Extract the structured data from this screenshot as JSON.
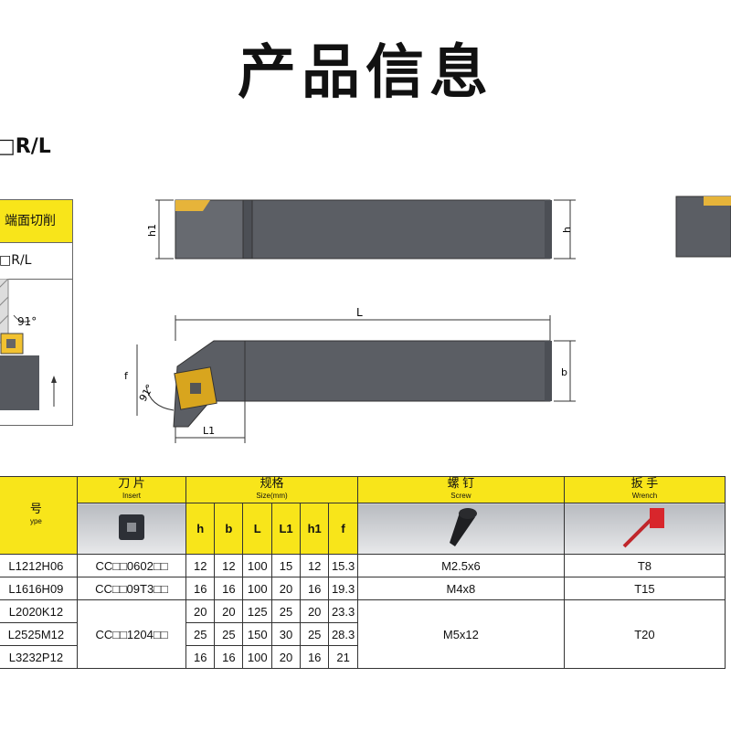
{
  "title": "产品信息",
  "model_label": "□R/L",
  "info_box": {
    "header": "端面切削",
    "code": "□R/L",
    "angle": "91°"
  },
  "diagram": {
    "labels": {
      "h1": "h1",
      "h": "h",
      "L": "L",
      "f": "f",
      "b": "b",
      "L1": "L1",
      "angle": "91°"
    }
  },
  "table": {
    "headers": {
      "type_cn": "号",
      "type_en": "ype",
      "insert_cn": "刀 片",
      "insert_en": "Insert",
      "size_cn": "规格",
      "size_en": "Size(mm)",
      "screw_cn": "螺 钉",
      "screw_en": "Screw",
      "wrench_cn": "扳 手",
      "wrench_en": "Wrench"
    },
    "sub_headers": [
      "h",
      "b",
      "L",
      "L1",
      "h1",
      "f"
    ],
    "rows": [
      {
        "type": "L1212H06",
        "insert": "CC□□0602□□",
        "h": "12",
        "b": "12",
        "L": "100",
        "L1": "15",
        "h1": "12",
        "f": "15.3",
        "screw": "M2.5x6",
        "wrench": "T8"
      },
      {
        "type": "L1616H09",
        "insert": "CC□□09T3□□",
        "h": "16",
        "b": "16",
        "L": "100",
        "L1": "20",
        "h1": "16",
        "f": "19.3",
        "screw": "M4x8",
        "wrench": "T15"
      },
      {
        "type": "L2020K12",
        "insert": "CC□□1204□□",
        "h": "20",
        "b": "20",
        "L": "125",
        "L1": "25",
        "h1": "20",
        "f": "23.3",
        "screw": "M5x12",
        "wrench": "T20"
      },
      {
        "type": "L2525M12",
        "h": "25",
        "b": "25",
        "L": "150",
        "L1": "30",
        "h1": "25",
        "f": "28.3"
      },
      {
        "type": "L3232P12",
        "h": "16",
        "b": "16",
        "L": "100",
        "L1": "20",
        "h1": "16",
        "f": "21"
      }
    ]
  }
}
